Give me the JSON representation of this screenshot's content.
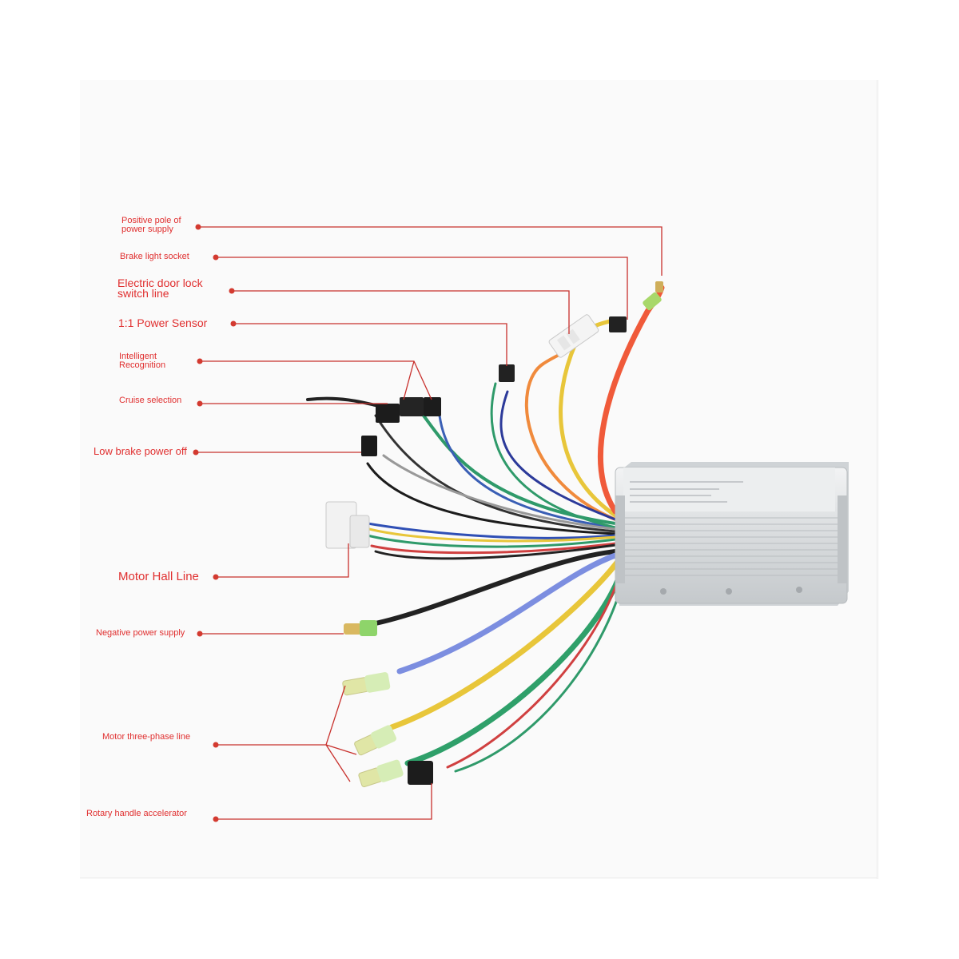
{
  "labels": {
    "positive_pole": [
      "Positive pole of",
      "power supply"
    ],
    "brake_light_socket": "Brake light socket",
    "door_lock": [
      "Electric door lock",
      "switch line"
    ],
    "power_sensor": "1:1 Power Sensor",
    "intelligent_recognition": [
      "Intelligent",
      "Recognition"
    ],
    "cruise_selection": "Cruise selection",
    "low_brake": "Low brake power off",
    "motor_hall": "Motor Hall Line",
    "negative_power": "Negative power supply",
    "three_phase": "Motor three-phase line",
    "accelerator": "Rotary handle accelerator"
  },
  "colors": {
    "label": "#e02f2f",
    "leader": "#c8302c"
  }
}
